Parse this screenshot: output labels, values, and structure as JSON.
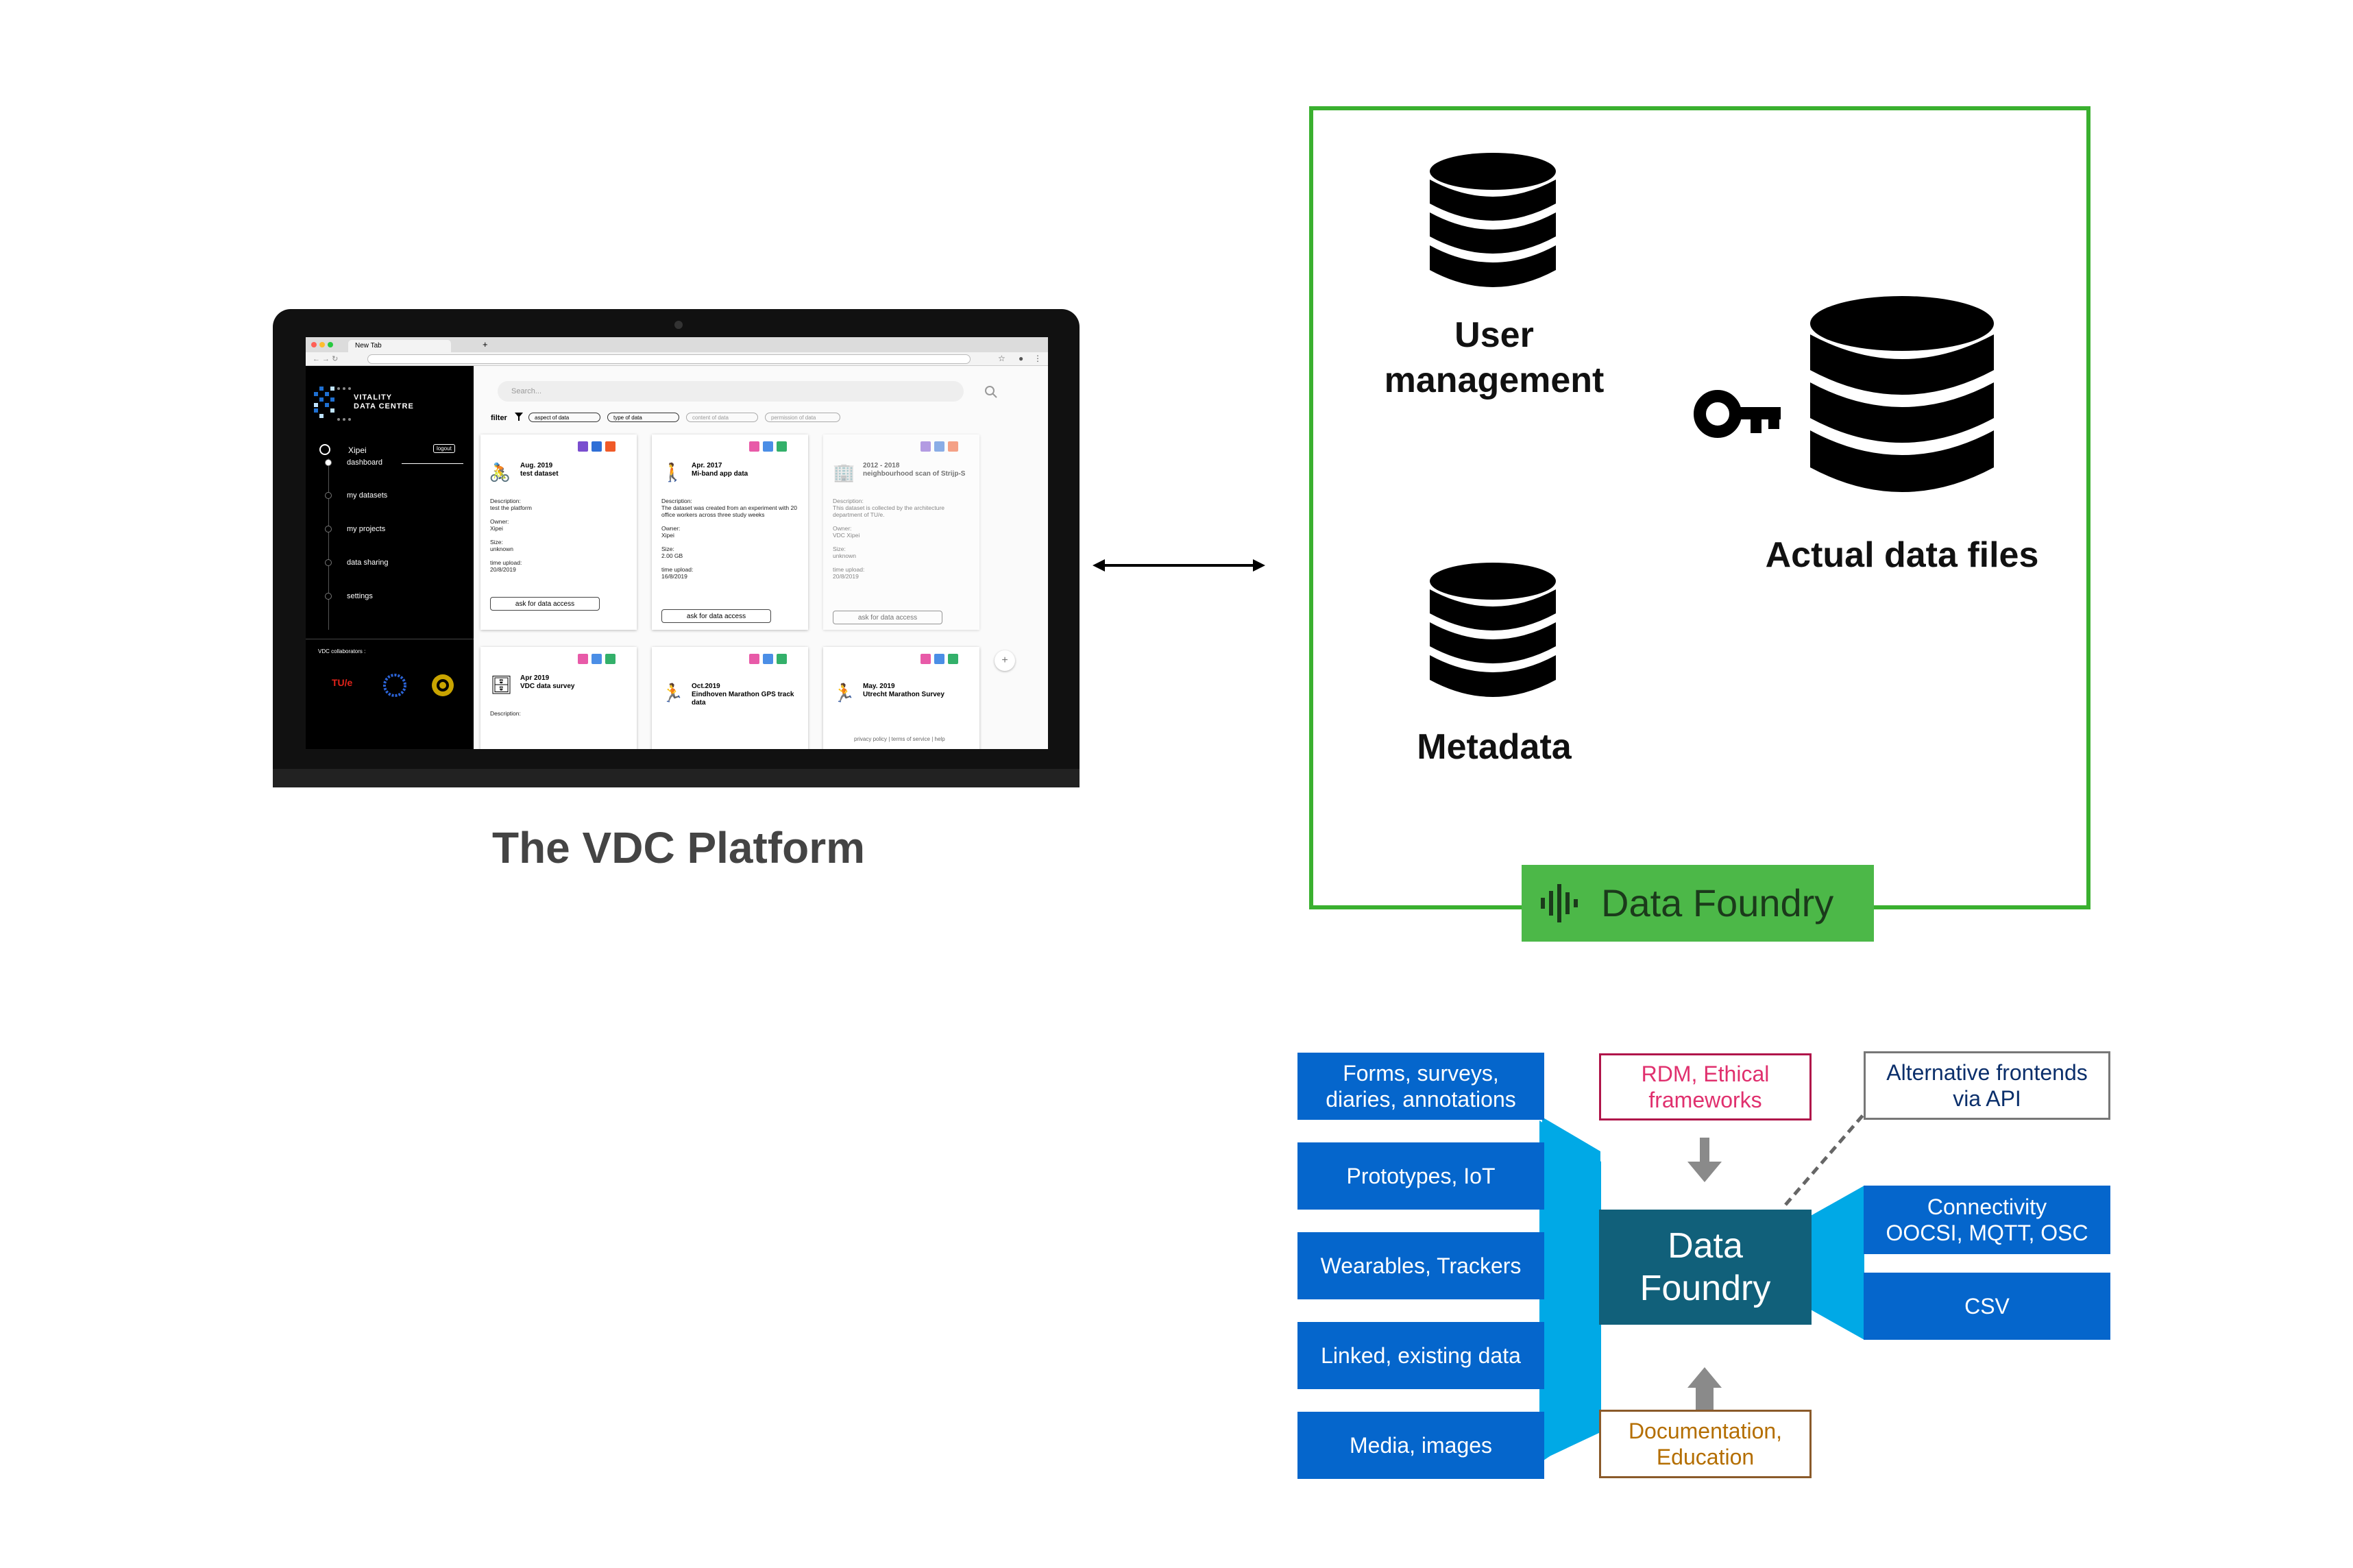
{
  "browser": {
    "tab_title": "New Tab",
    "new_tab": "+"
  },
  "app": {
    "logo_line1": "VITALITY",
    "logo_line2": "DATA CENTRE",
    "user": "Xipei",
    "logout": "logout",
    "nav": [
      "dashboard",
      "my datasets",
      "my projects",
      "data sharing",
      "settings"
    ],
    "collaborators_label": "VDC collaborators :",
    "collaborator_tue": "TU/e",
    "search_placeholder": "Search...",
    "filter_label": "filter",
    "filter_options": [
      "aspect of data",
      "type of data",
      "content of data",
      "permission of data"
    ],
    "footer_links": "privacy policy  |  terms of service  |  help",
    "cards": [
      {
        "date": "Aug. 2019",
        "title": "test dataset",
        "desc": "Description:\ntest the platform\n\nOwner:\nXipei\n\nSize:\nunknown\n\ntime upload:\n20/8/2019",
        "button": "ask for data access"
      },
      {
        "date": "Apr. 2017",
        "title": "Mi-band app data",
        "desc": "Description:\nThe dataset was created from an experiment with 20 office workers across three study weeks\n\nOwner:\nXipei\n\nSize:\n2.00 GB\n\ntime upload:\n16/8/2019",
        "button": "ask for data access"
      },
      {
        "date": "2012 - 2018",
        "title": "neighbourhood scan of Strijp-S",
        "desc": "Description:\nThis dataset is collected by the architecture department of TU/e.\n\nOwner:\nVDC Xipei\n\nSize:\nunknown\n\ntime upload:\n20/8/2019",
        "button": "ask for data access"
      },
      {
        "date": "Apr 2019",
        "title": "VDC data survey",
        "desc": "Description:"
      },
      {
        "date": "Oct.2019",
        "title": "Eindhoven Marathon GPS track data",
        "desc": ""
      },
      {
        "date": "May. 2019",
        "title": "Utrecht Marathon Survey",
        "desc": ""
      }
    ]
  },
  "vdc_label": "The VDC Platform",
  "foundry": {
    "user_management": "User\nmanagement",
    "metadata": "Metadata",
    "actual_files": "Actual data files",
    "badge": "Data Foundry"
  },
  "diagram": {
    "inputs": [
      "Forms, surveys,\ndiaries, annotations",
      "Prototypes, IoT",
      "Wearables, Trackers",
      "Linked, existing data",
      "Media, images"
    ],
    "center": "Data\nFoundry",
    "rdm": "RDM, Ethical\nframeworks",
    "docs": "Documentation,\nEducation",
    "alt": "Alternative frontends\nvia API",
    "outputs": [
      "Connectivity\nOOCSI, MQTT, OSC",
      "CSV"
    ]
  },
  "colors": {
    "green": "#3ab02f",
    "blue": "#0566cc",
    "teal": "#11607a",
    "cyan": "#00a9e6",
    "rdm_text": "#e0306e",
    "docs_text": "#b46e00",
    "alt_text": "#0b2f6b"
  }
}
